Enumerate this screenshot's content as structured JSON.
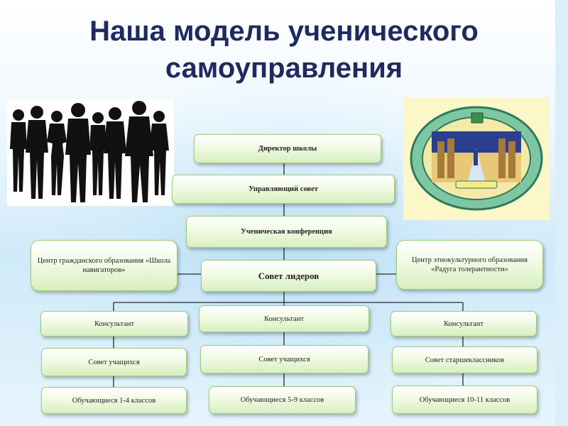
{
  "title": {
    "line1": "Наша модель ученического",
    "line2": "самоуправления"
  },
  "nodes": {
    "director": "Директор школы",
    "governing_council": "Управляющий совет",
    "student_conference": "Ученическая конференция",
    "leaders_council": "Совет лидеров",
    "civic_center": "Центр гражданского образования «Школа навигаторов»",
    "ethno_center": "Центр этнокультурного образования «Радуга толерантности»",
    "consultant_left": "Консультант",
    "consultant_mid": "Консультант",
    "consultant_right": "Консультант",
    "students_council_left": "Совет учащихся",
    "students_council_mid": "Совет учащихся",
    "seniors_council": "Совет старшеклассников",
    "learners_1_4": "Обучающиеся 1-4 классов",
    "learners_5_9": "Обучающиеся 5-9 классов",
    "learners_10_11": "Обучающиеся 10-11 классов"
  },
  "colors": {
    "title": "#1f2a5e",
    "box_border": "#9ccc76",
    "box_fill": "#d7efbe",
    "connector": "#2a2a2a"
  },
  "images": {
    "people": "silhouettes-group-icon",
    "logo": "school-emblem-icon"
  }
}
